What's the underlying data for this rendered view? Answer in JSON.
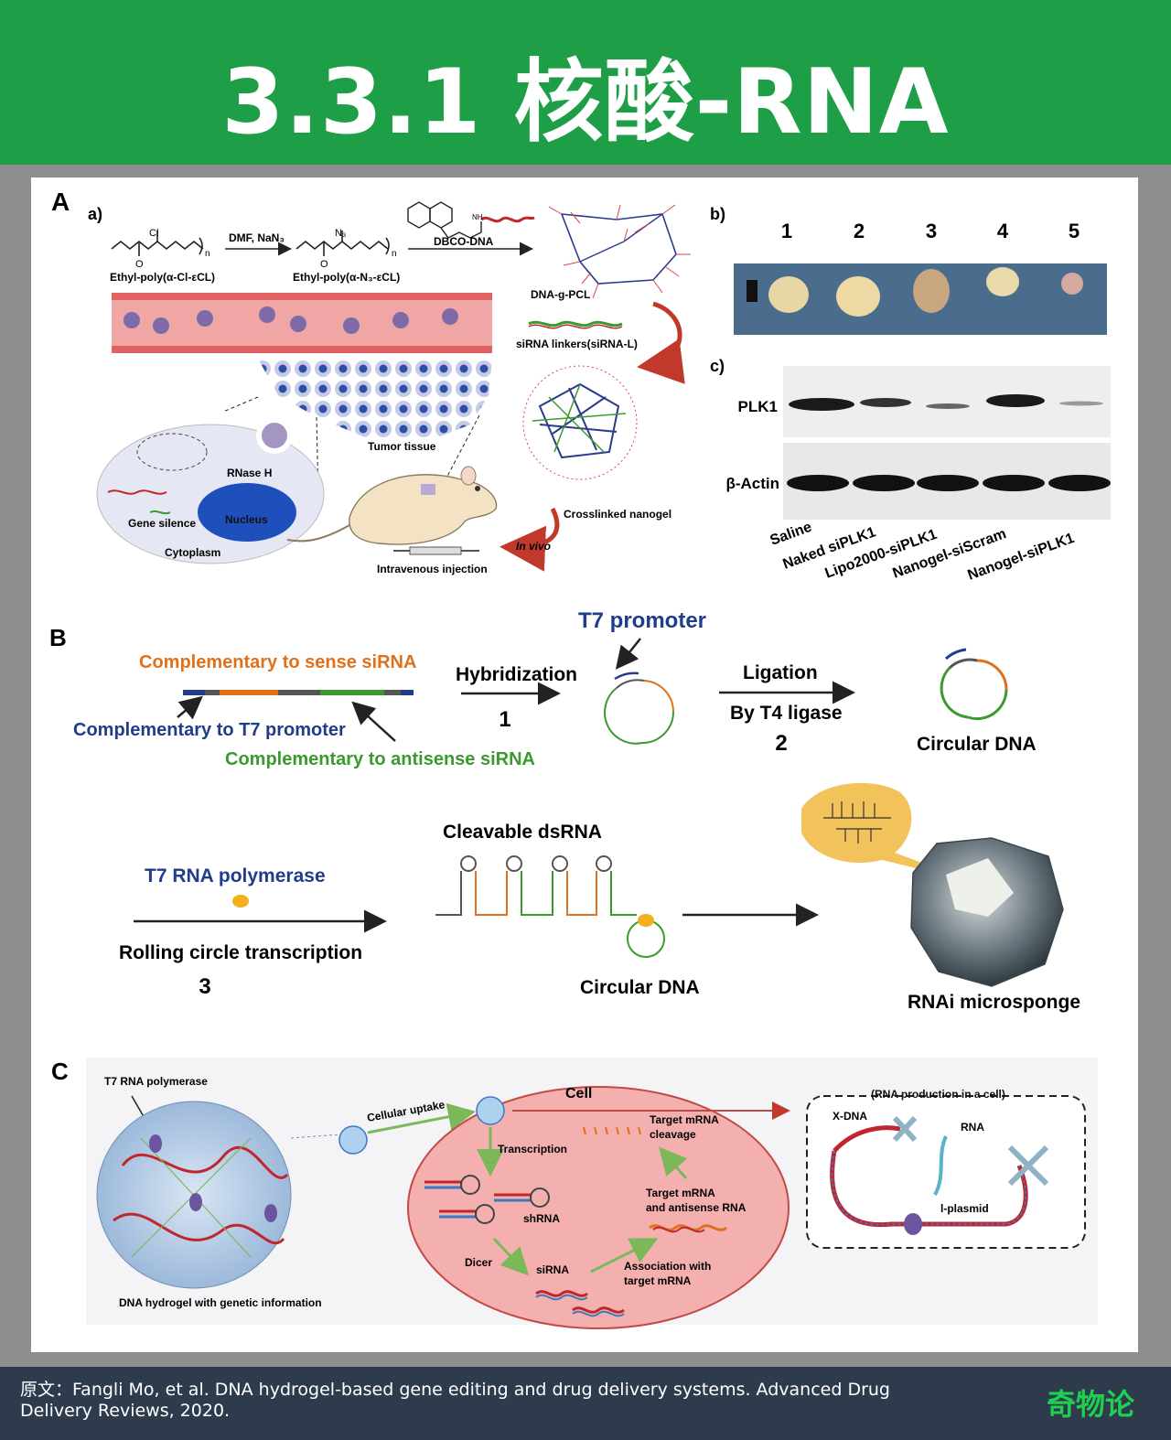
{
  "header": {
    "title": "3.3.1 核酸-RNA"
  },
  "panelA": {
    "label": "A",
    "sub_a": "a)",
    "sub_b": "b)",
    "sub_c": "c)",
    "chem": {
      "reagent1": "DMF, NaN₃",
      "reagent2": "DBCO-DNA",
      "mol1": "Ethyl-poly(α-Cl-εCL)",
      "mol2": "Ethyl-poly(α-N₃-εCL)",
      "product": "DNA-g-PCL",
      "cl": "Cl",
      "n3": "N₃",
      "nh": "NH",
      "o": "O",
      "n": "n"
    },
    "labels": {
      "sirna_linkers": "siRNA linkers(siRNA-L)",
      "crosslinked": "Crosslinked nanogel",
      "tumor": "Tumor tissue",
      "rnase": "RNase H",
      "gene_silence": "Gene silence",
      "nucleus": "Nucleus",
      "cytoplasm": "Cytoplasm",
      "in_vivo": "In vivo",
      "iv": "Intravenous injection"
    },
    "tumors": [
      "1",
      "2",
      "3",
      "4",
      "5"
    ],
    "blot": {
      "rows": [
        "PLK1",
        "β-Actin"
      ],
      "lanes": [
        "Saline",
        "Naked siPLK1",
        "Lipo2000-siPLK1",
        "Nanogel-siScram",
        "Nanogel-siPLK1"
      ]
    }
  },
  "panelB": {
    "label": "B",
    "comp_sense": "Complementary to sense siRNA",
    "comp_t7": "Complementary to T7 promoter",
    "comp_antisense": "Complementary to antisense siRNA",
    "hybridization": "Hybridization",
    "step1": "1",
    "t7_promoter": "T7 promoter",
    "ligation": "Ligation",
    "by_t4": "By T4 ligase",
    "step2": "2",
    "circular_dna_1": "Circular DNA",
    "t7_rna_pol": "T7 RNA polymerase",
    "rolling": "Rolling circle transcription",
    "step3": "3",
    "cleavable": "Cleavable dsRNA",
    "circular_dna_2": "Circular DNA",
    "microsponge": "RNAi microsponge"
  },
  "panelC": {
    "label": "C",
    "t7": "T7 RNA polymerase",
    "hydrogel": "DNA hydrogel with genetic information",
    "uptake": "Cellular uptake",
    "cell": "Cell",
    "transcription": "Transcription",
    "target_cleavage": "Target mRNA cleavage",
    "shrna": "shRNA",
    "target_antisense": "Target mRNA and antisense RNA",
    "dicer": "Dicer",
    "sirna": "siRNA",
    "association": "Association with target mRNA",
    "rna_production": "(RNA production in a cell)",
    "xdna": "X-DNA",
    "rna": "RNA",
    "lplasmid": "l-plasmid"
  },
  "footer": {
    "citation": "原文：Fangli Mo, et al. DNA hydrogel-based gene editing and drug delivery systems. Advanced Drug Delivery Reviews, 2020.",
    "brand": "奇物论"
  },
  "colors": {
    "header_green": "#1e9e47",
    "footer_navy": "#2e3b4d",
    "orange": "#e0711c",
    "blue_text": "#1f3d8a",
    "green_text": "#3a9a2e"
  }
}
